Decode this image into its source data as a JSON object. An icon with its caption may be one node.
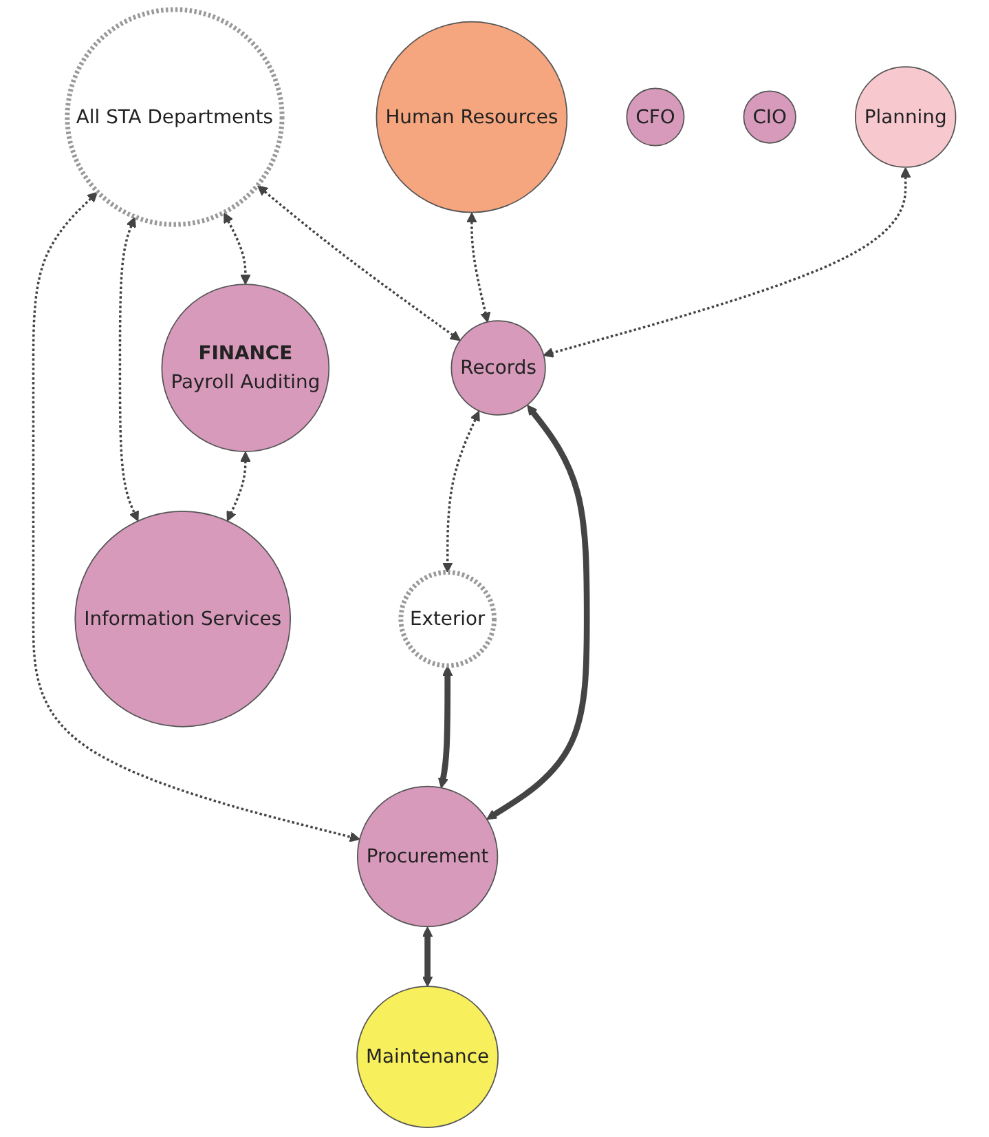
{
  "diagram": {
    "nodes": [
      {
        "text": [
          "Planning"
        ]
      },
      {
        "text": [
          "Human Resources"
        ]
      },
      {
        "text": [
          "CFO"
        ]
      },
      {
        "text": [
          "Records"
        ]
      },
      {
        "text": [
          "FINANCE",
          "Payroll Auditing"
        ]
      },
      {
        "text": [
          "Exterior"
        ]
      },
      {
        "text": [
          "CIO"
        ]
      },
      {
        "text": [
          "Information Services"
        ]
      },
      {
        "text": [
          "Procurement"
        ]
      },
      {
        "text": [
          "Maintenance"
        ]
      },
      {
        "text": [
          "All STA Departments"
        ]
      }
    ],
    "edges": [
      {
        "from": 0,
        "to": 3,
        "arrow": "both",
        "style": "dashed"
      },
      {
        "from": 1,
        "to": 3,
        "arrow": "both",
        "style": "dashed"
      },
      {
        "from": 3,
        "to": 5,
        "arrow": "both",
        "style": "dashed"
      },
      {
        "from": 3,
        "to": 8,
        "arrow": "both",
        "style": "thick"
      },
      {
        "from": 5,
        "to": 8,
        "arrow": "both",
        "style": "thick"
      },
      {
        "from": 8,
        "to": 9,
        "arrow": "both",
        "style": "thick"
      },
      {
        "from": 4,
        "to": 7,
        "arrow": "both",
        "style": "dashed"
      },
      {
        "from": 10,
        "to": 4,
        "arrow": "both",
        "style": "dashed"
      },
      {
        "from": 10,
        "to": 3,
        "arrow": "both",
        "style": "dashed"
      },
      {
        "from": 10,
        "to": 7,
        "arrow": "both",
        "style": "dashed"
      },
      {
        "from": 10,
        "to": 8,
        "arrow": "both",
        "style": "dashed"
      }
    ]
  }
}
